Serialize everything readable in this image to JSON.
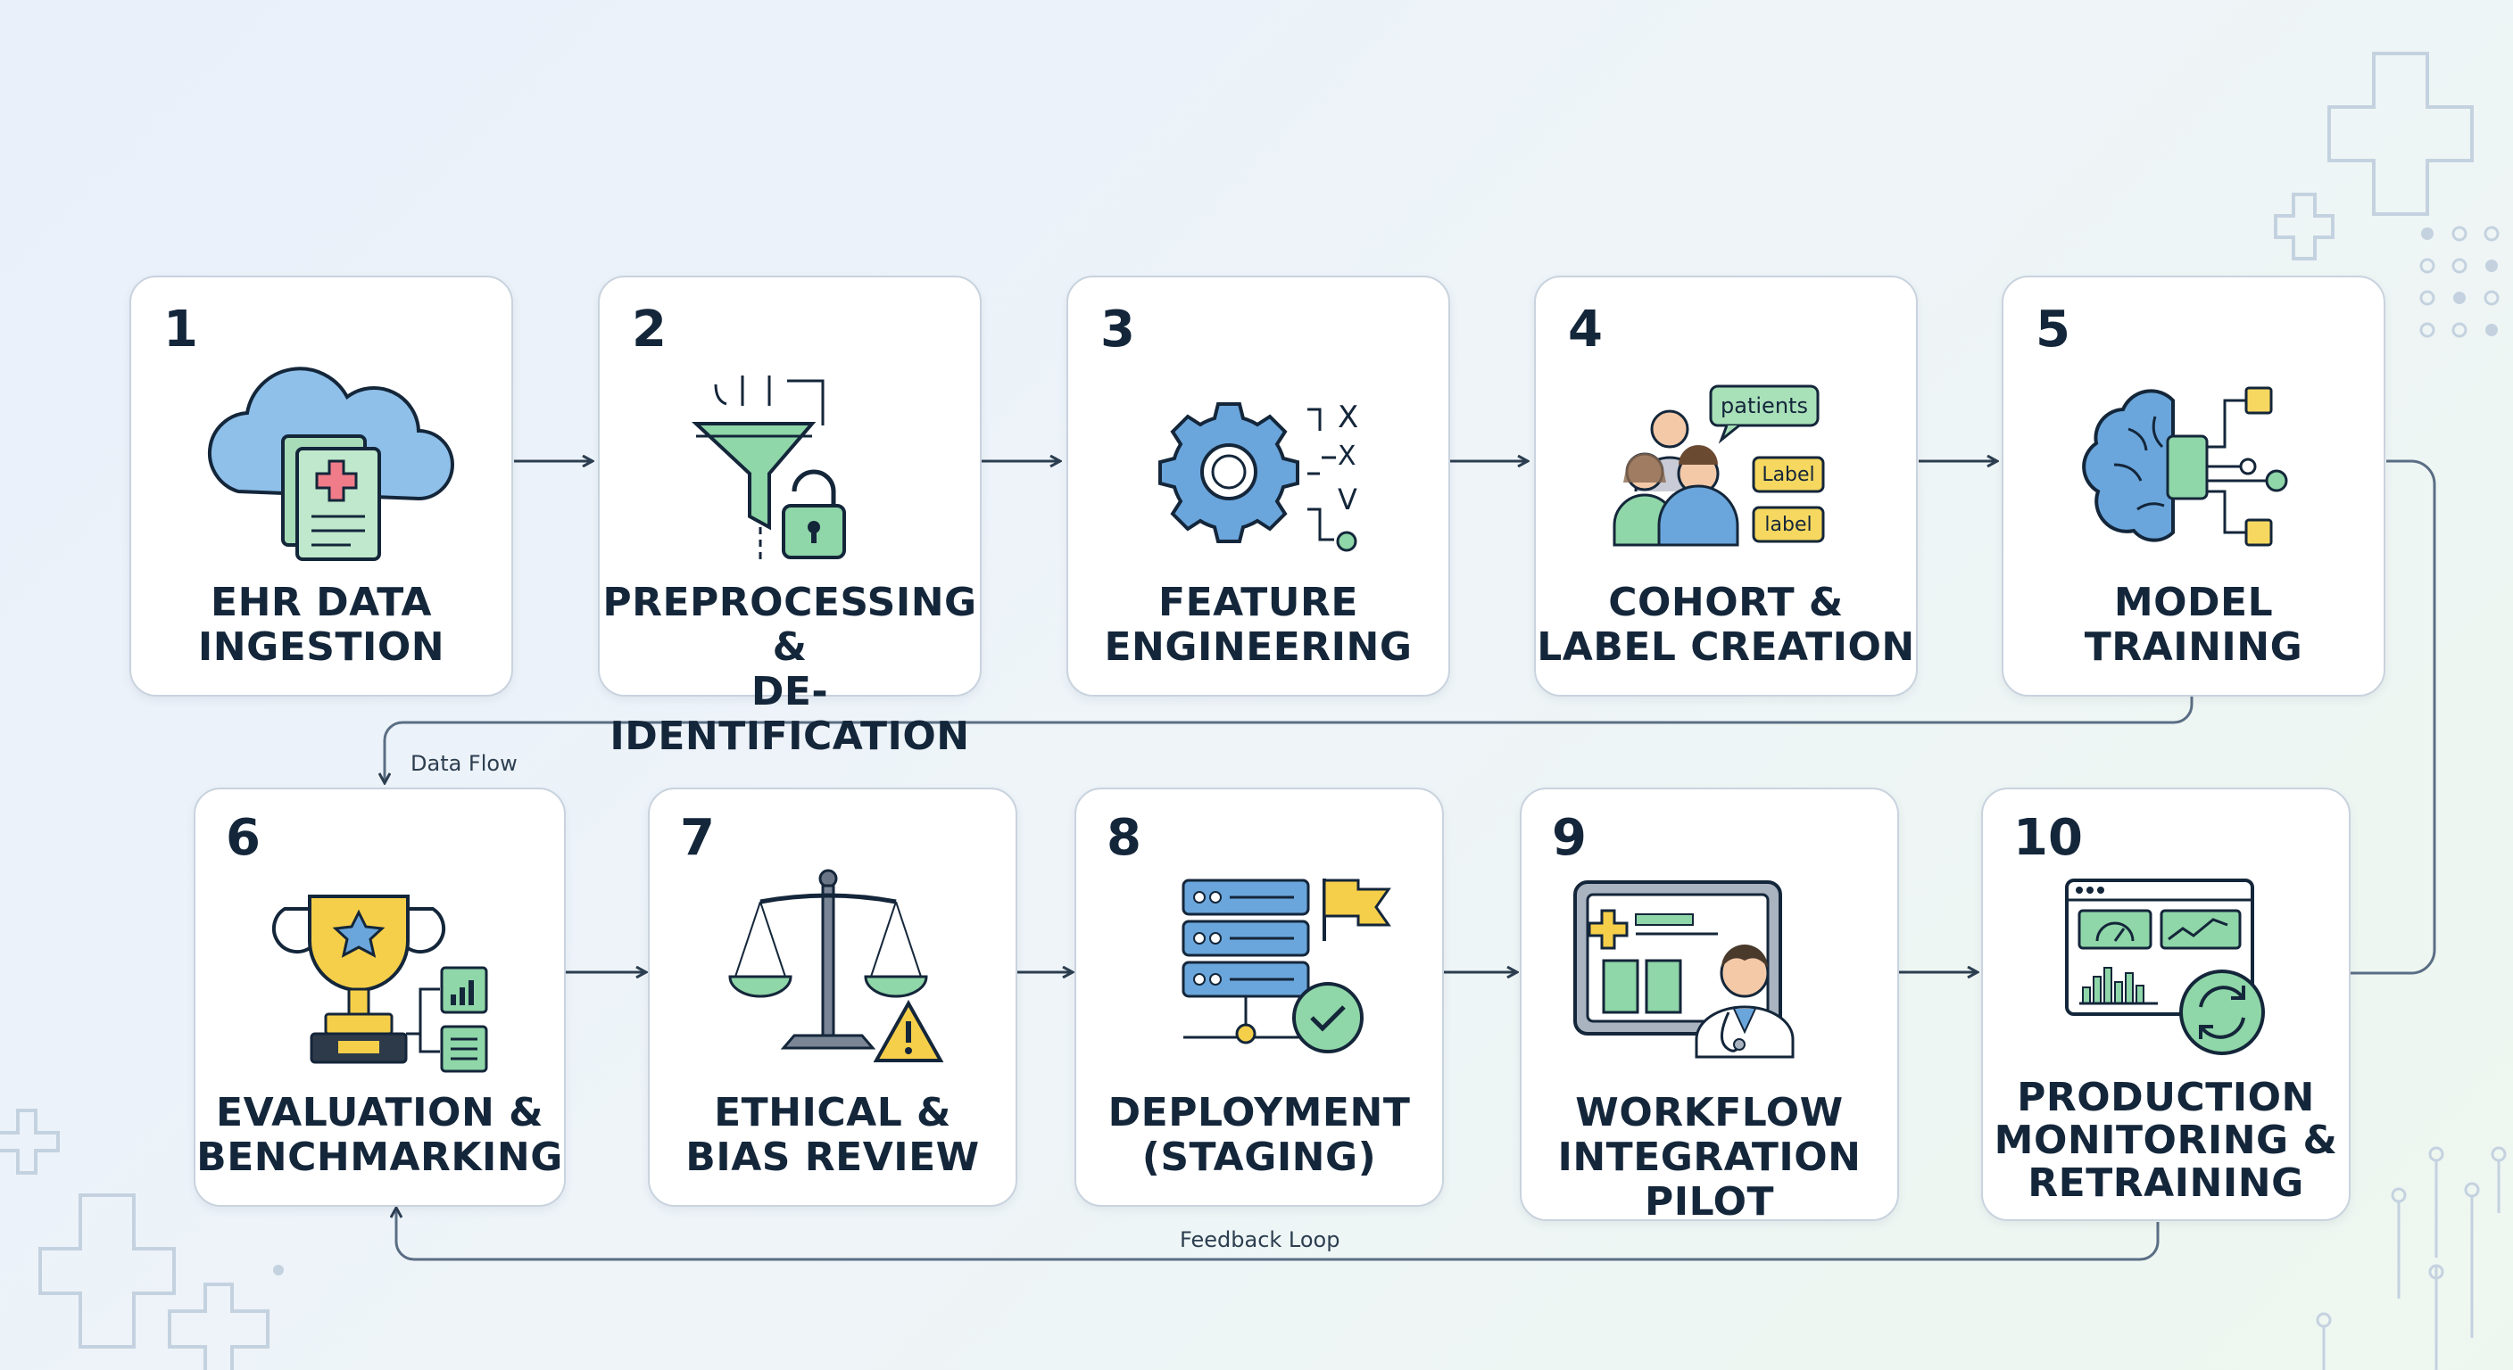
{
  "steps": [
    {
      "number": "1",
      "line1": "EHR DATA",
      "line2": "INGESTION",
      "line3": ""
    },
    {
      "number": "2",
      "line1": "PREPROCESSING &",
      "line2": "DE-IDENTIFICATION",
      "line3": ""
    },
    {
      "number": "3",
      "line1": "FEATURE",
      "line2": "ENGINEERING",
      "line3": ""
    },
    {
      "number": "4",
      "line1": "COHORT &",
      "line2": "LABEL CREATION",
      "line3": ""
    },
    {
      "number": "5",
      "line1": "MODEL",
      "line2": "TRAINING",
      "line3": ""
    },
    {
      "number": "6",
      "line1": "EVALUATION &",
      "line2": "BENCHMARKING",
      "line3": ""
    },
    {
      "number": "7",
      "line1": "ETHICAL &",
      "line2": "BIAS REVIEW",
      "line3": ""
    },
    {
      "number": "8",
      "line1": "DEPLOYMENT",
      "line2": "(STAGING)",
      "line3": ""
    },
    {
      "number": "9",
      "line1": "WORKFLOW",
      "line2": "INTEGRATION",
      "line3": "PILOT"
    },
    {
      "number": "10",
      "line1": "PRODUCTION",
      "line2": "MONITORING &",
      "line3": "RETRAINING"
    }
  ],
  "icon_text": {
    "patients": "patients",
    "label1": "Label",
    "label2": "label"
  },
  "labels": {
    "data_flow": "Data Flow",
    "feedback_loop": "Feedback Loop"
  },
  "colors": {
    "blue": "#5b9bd5",
    "green": "#7fcf9a",
    "yellow": "#f5c842",
    "dark": "#14263a",
    "line": "#5a6e84"
  }
}
